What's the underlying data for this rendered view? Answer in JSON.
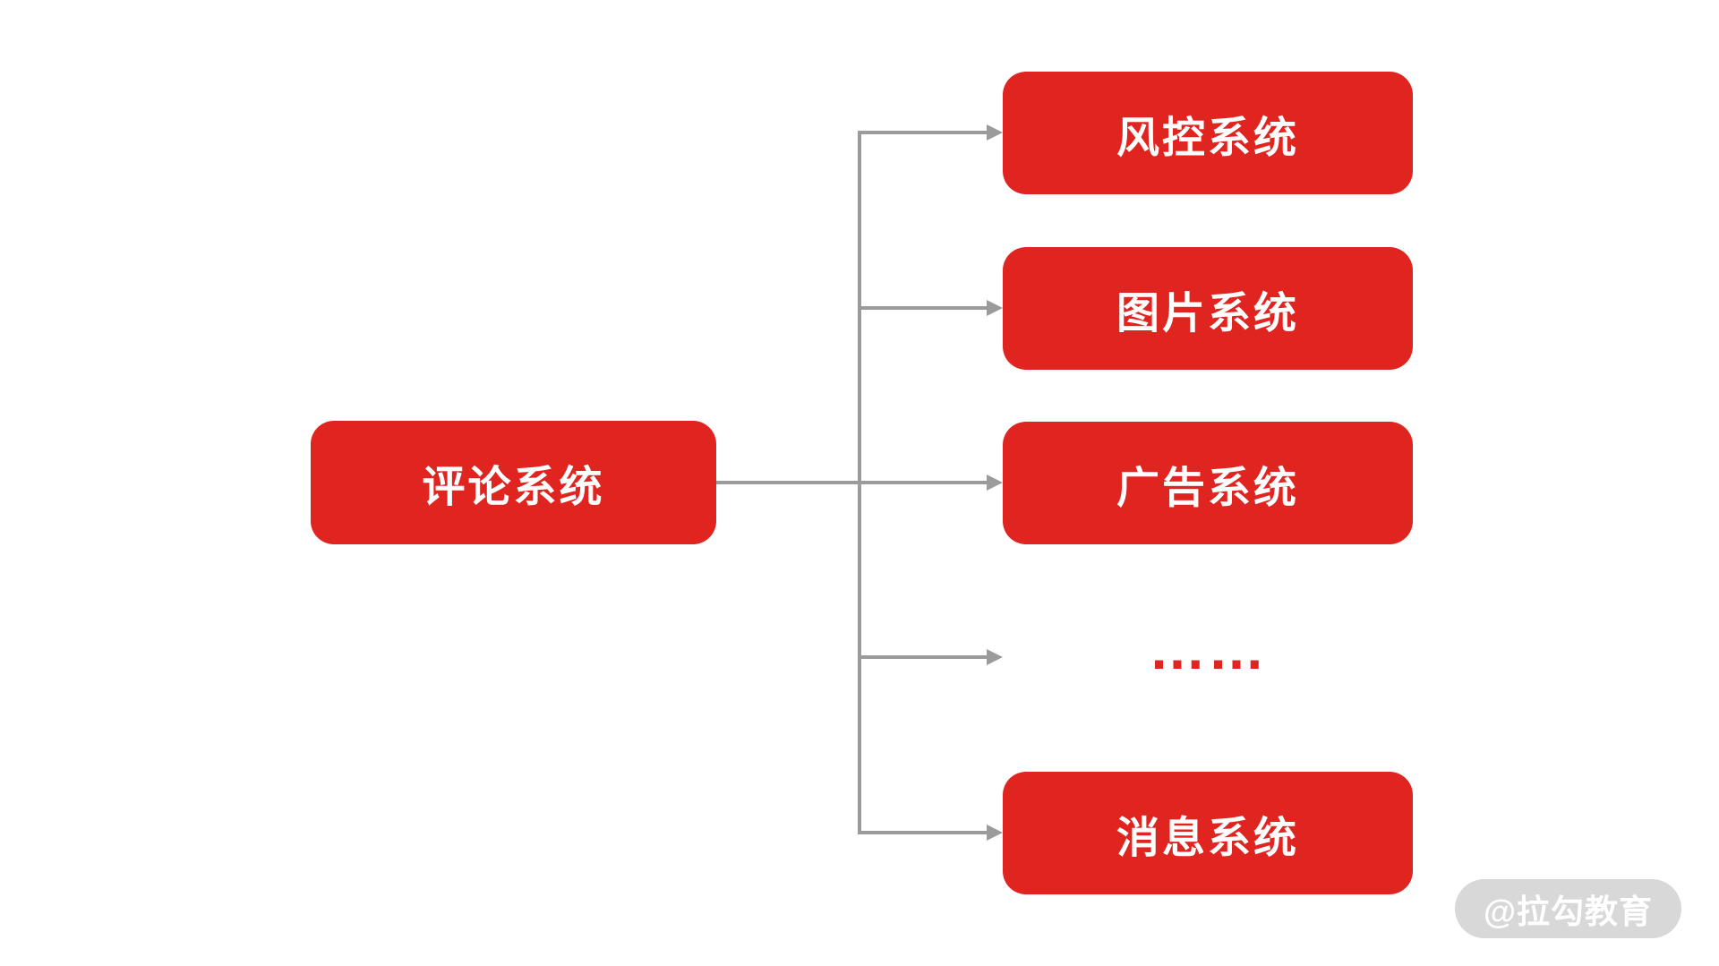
{
  "diagram": {
    "root": {
      "label": "评论系统"
    },
    "children": [
      {
        "label": "风控系统"
      },
      {
        "label": "图片系统"
      },
      {
        "label": "广告系统"
      },
      {
        "label": "……"
      },
      {
        "label": "消息系统"
      }
    ]
  },
  "watermark": {
    "label": "@拉勾教育"
  },
  "colors": {
    "page-bg": "#ffffff",
    "node-bg": "#e02420",
    "node-text": "#ffffff",
    "connector": "#9b9b9b",
    "watermark-bg": "#d8d8d8",
    "watermark-text": "#ffffff"
  }
}
